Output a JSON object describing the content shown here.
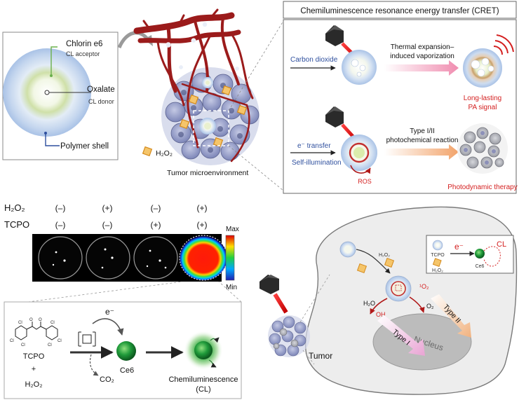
{
  "np_panel": {
    "chlorin": "Chlorin e6",
    "cl_acceptor": "CL acceptor",
    "oxalate": "Oxalate",
    "cl_donor": "CL donor",
    "polymer_shell": "Polymer shell"
  },
  "tumor_panel": {
    "h2o2": "H₂O₂",
    "caption": "Tumor microenvironment"
  },
  "cret_panel": {
    "title": "Chemiluminescence resonance energy transfer (CRET)",
    "carbon_dioxide": "Carbon dioxide",
    "thermal": "Thermal expansion–",
    "vapor": "induced vaporization",
    "pa_signal_1": "Long-lasting",
    "pa_signal_2": "PA signal",
    "e_transfer": "e⁻ transfer",
    "self_illum": "Self-illumination",
    "ros": "ROS",
    "type_1": "Type  I/II",
    "type_2": "photochemical reaction",
    "pdt": "Photodynamic therapy"
  },
  "wells": {
    "row1_label": "H₂O₂",
    "row2_label": "TCPO",
    "row1": [
      "(–)",
      "(+)",
      "(–)",
      "(+)"
    ],
    "row2": [
      "(–)",
      "(–)",
      "(+)",
      "(+)"
    ],
    "scale_max": "Max",
    "scale_min": "Min"
  },
  "reaction": {
    "tcpo": "TCPO",
    "plus": "+",
    "h2o2": "H₂O₂",
    "e_minus": "e⁻",
    "co2": "CO₂",
    "ce6": "Ce6",
    "chemi_1": "Chemiluminescence",
    "chemi_2": "(CL)"
  },
  "cell": {
    "h2o2_a": "H₂O₂",
    "h2o": "H₂O",
    "oh": "OH",
    "o2": "O₂",
    "singlet_o2": "¹O₂",
    "type_i": "Type I",
    "type_ii": "Type II",
    "nucleus": "Nucleus",
    "tumor": "Tumor",
    "inset_tcpo": "TCPO",
    "inset_h2o2": "H₂O₂",
    "inset_e": "e⁻",
    "inset_cl": "CL",
    "inset_ce6": "Ce6"
  },
  "colors": {
    "dark_red": "#9b1b1b",
    "bright_red": "#d42020",
    "blue_text": "#2e4f9e",
    "shell_blue": "#c6d7ef",
    "core_green": "#cfe3a8"
  }
}
